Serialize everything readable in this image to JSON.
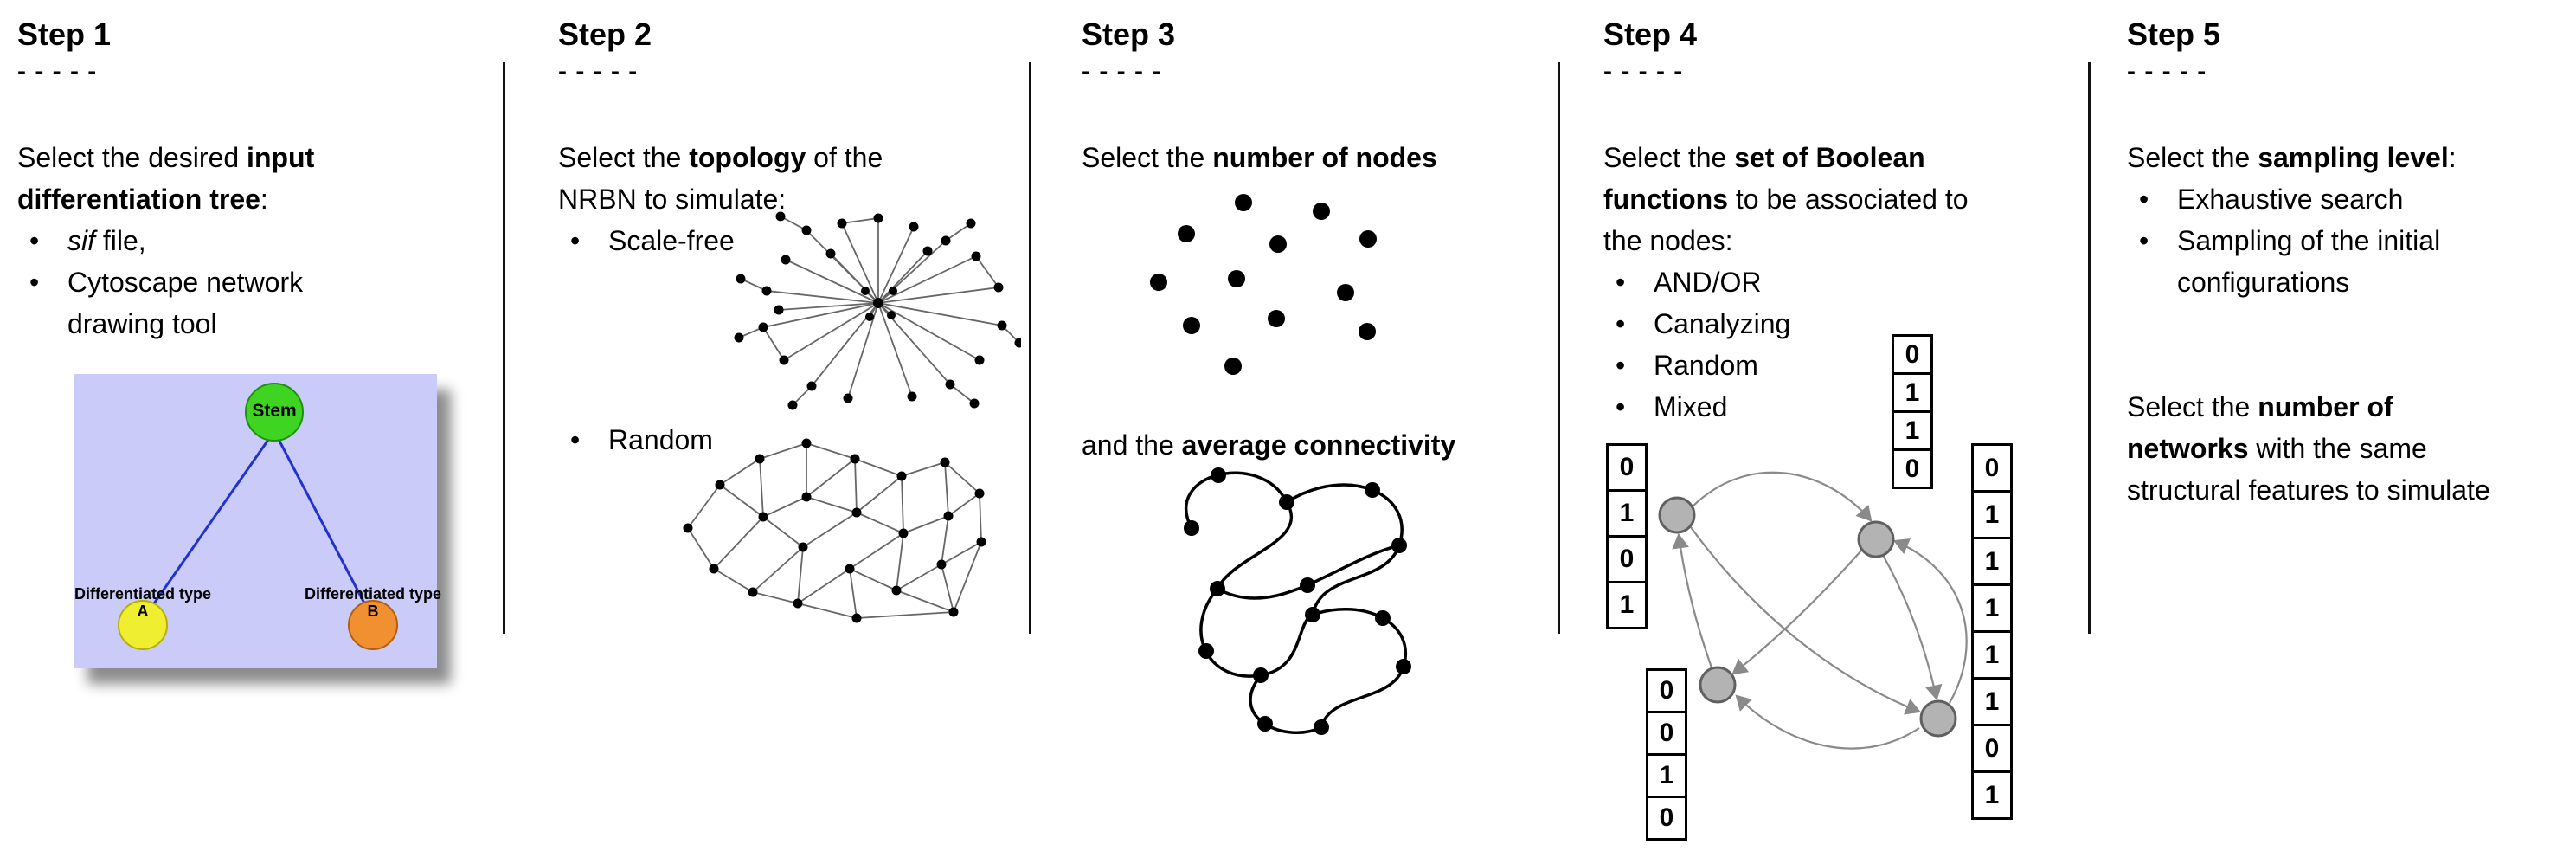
{
  "figure": {
    "colors": {
      "stem_green": "#3fd421",
      "type_a_yellow": "#f0ee30",
      "type_b_orange": "#f09030",
      "tree_background": "#cbcbf9",
      "tree_edge_blue": "#2233cc",
      "graph_gray": "#8a8a8a"
    }
  },
  "steps": [
    {
      "title": "Step 1",
      "dashes": "- - - - -",
      "intro_lines": [
        {
          "pre": "Select the desired ",
          "bold": "input"
        },
        {
          "bold": "differentiation tree",
          "post": ":"
        }
      ],
      "bullets": [
        {
          "italic": "sif",
          "text": " file,"
        },
        {
          "text": "Cytoscape network drawing tool"
        }
      ],
      "tree": {
        "stem_label": "Stem",
        "type_a_label": "Differentiated type A",
        "type_b_label": "Differentiated type B"
      }
    },
    {
      "title": "Step 2",
      "dashes": "- - - - -",
      "intro_lines": [
        {
          "pre": "Select the ",
          "bold": "topology",
          "post": " of the"
        },
        {
          "pre": "NRBN to simulate:"
        }
      ],
      "bullets": [
        {
          "text": "Scale-free"
        },
        {
          "text": "Random"
        }
      ]
    },
    {
      "title": "Step 3",
      "dashes": "- - - - -",
      "intro_lines": [
        {
          "pre": "Select the ",
          "bold": "number of nodes"
        }
      ],
      "second_lines": [
        {
          "pre": "and the ",
          "bold": "average connectivity"
        }
      ]
    },
    {
      "title": "Step 4",
      "dashes": "- - - - -",
      "intro_lines": [
        {
          "pre": "Select the ",
          "bold": "set of Boolean"
        },
        {
          "bold": "functions",
          "post": " to be associated to"
        },
        {
          "pre": "the nodes:"
        }
      ],
      "bullets": [
        {
          "text": "AND/OR"
        },
        {
          "text": "Canalyzing"
        },
        {
          "text": "Random"
        },
        {
          "text": "Mixed"
        }
      ],
      "truth_tables": {
        "top": [
          "0",
          "1",
          "1",
          "0"
        ],
        "left": [
          "0",
          "1",
          "0",
          "1"
        ],
        "bottom_left": [
          "0",
          "0",
          "1",
          "0"
        ],
        "right": [
          "0",
          "1",
          "1",
          "1",
          "1",
          "1",
          "0",
          "1"
        ]
      }
    },
    {
      "title": "Step 5",
      "dashes": "- - - - -",
      "intro_lines": [
        {
          "pre": "Select the ",
          "bold": "sampling level",
          "post": ":"
        }
      ],
      "bullets": [
        {
          "text": "Exhaustive search"
        },
        {
          "text": "Sampling of the initial configurations"
        }
      ],
      "second_lines": [
        {
          "pre": "Select the ",
          "bold": "number of"
        },
        {
          "bold": "networks",
          "post": " with the same"
        },
        {
          "pre": "structural features to simulate"
        }
      ]
    }
  ]
}
